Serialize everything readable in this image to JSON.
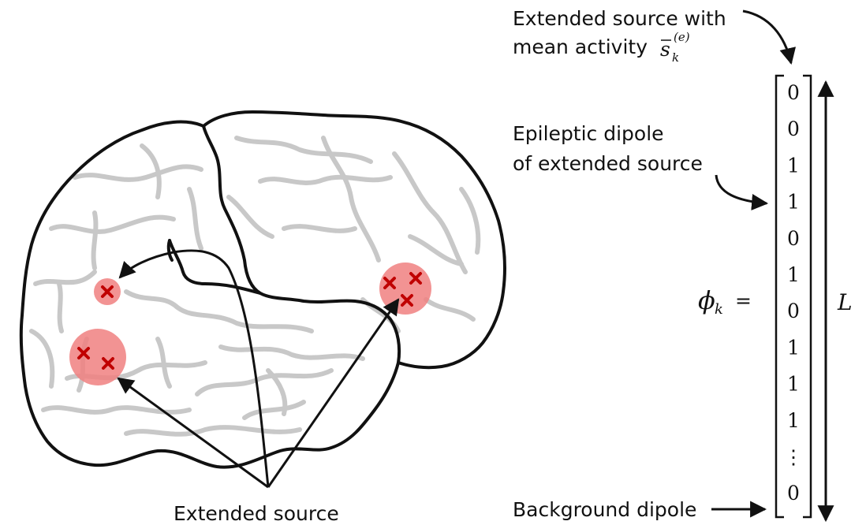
{
  "labels": {
    "top_annotation_line1": "Extended source with",
    "top_annotation_line2": "mean activity",
    "mean_activity_symbol": "s",
    "mean_activity_superscript": "(e)",
    "mean_activity_subscript": "k",
    "epileptic_line1": "Epileptic dipole",
    "epileptic_line2": "of extended source",
    "background_dipole": "Background dipole",
    "extended_source": "Extended source"
  },
  "vector": {
    "name_symbol": "ϕ",
    "name_subscript": "k",
    "equals": "=",
    "length_label": "L",
    "entries": [
      "0",
      "0",
      "1",
      "1",
      "0",
      "1",
      "0",
      "1",
      "1",
      "1",
      "⋮",
      "0"
    ]
  },
  "colors": {
    "source_fill": "#f08080",
    "marker": "#c00000",
    "sulci": "#c8c8c8",
    "outline": "#111111"
  }
}
